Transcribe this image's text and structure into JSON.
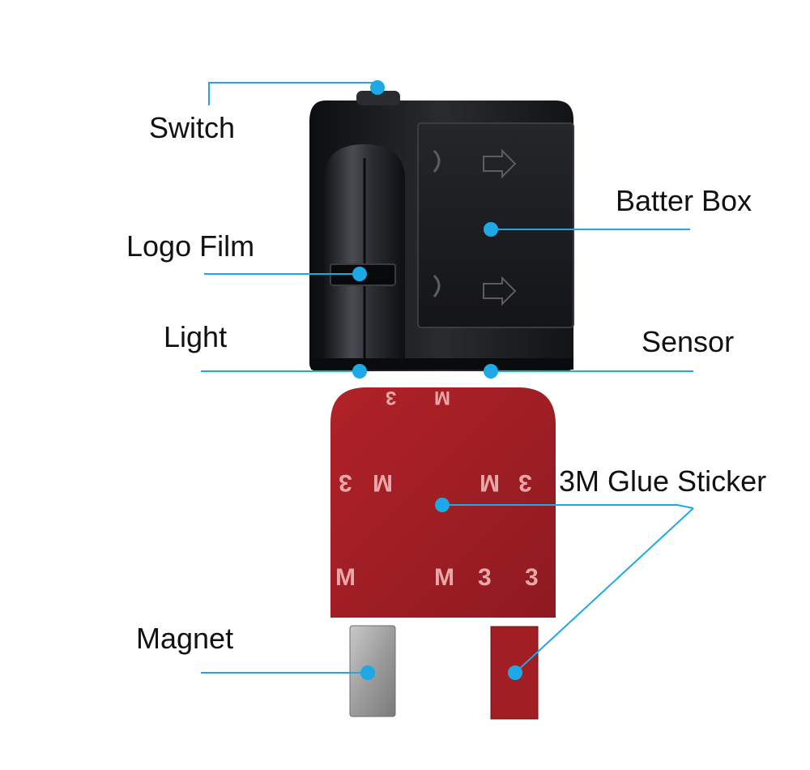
{
  "labels": {
    "switch": "Switch",
    "logo_film": "Logo Film",
    "light": "Light",
    "battery_box": "Batter Box",
    "sensor": "Sensor",
    "glue_sticker": "3M Glue Sticker",
    "magnet": "Magnet"
  },
  "sticker_marks": {
    "three": "3",
    "m": "M"
  },
  "colors": {
    "callout": "#1ea8e6",
    "device": "#1a1b1e",
    "sticker": "#a11e24",
    "sticker_text": "#e8a7a9",
    "magnet": "#9a9a9a"
  }
}
